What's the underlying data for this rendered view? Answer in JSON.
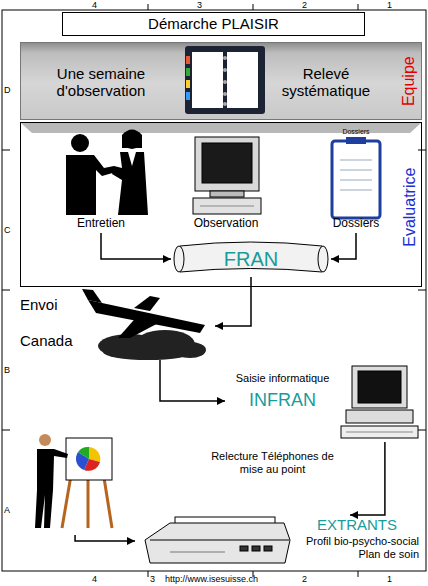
{
  "diagram": {
    "title": "Démarche PLAISIR",
    "nodes": [
      {
        "text": [
          "Une semaine d'observation",
          "Relevé systématique",
          "Equipe"
        ]
      },
      {
        "text": [
          "Evaluatrice"
        ]
      },
      {
        "text": [
          "Entretien"
        ],
        "in": 1
      },
      {
        "text": [
          "Observation"
        ],
        "in": 1
      },
      {
        "text": [
          "Dossiers",
          "Dossiers"
        ],
        "in": 1
      },
      {
        "text": [
          "FRAN"
        ],
        "in": 1
      },
      {
        "text": [
          "Envoi",
          "Canada"
        ]
      },
      {
        "text": [
          "Saisie informatique",
          "INFRAN"
        ]
      },
      {
        "text": [
          "Relecture Téléphones de mise au point"
        ]
      },
      {
        "text": [
          "EXTRANTS",
          "Profil bio-psycho-social Plan de soin"
        ]
      }
    ],
    "edges": [
      {
        "from": 2,
        "to": 5,
        "arrow": "to"
      },
      {
        "from": 4,
        "to": 5,
        "arrow": "to"
      },
      {
        "from": 5,
        "to": 6,
        "arrow": "to"
      },
      {
        "from": 6,
        "to": 7,
        "arrow": "to"
      },
      {
        "from": 7,
        "to": 8,
        "arrow": "to"
      },
      {
        "from": 8,
        "to": 9,
        "arrow": "to"
      }
    ],
    "labels": [
      "4",
      "3",
      "2",
      "1",
      "D",
      "C",
      "B",
      "A",
      "4",
      "3",
      "2",
      "1",
      "http://www.isesuisse.ch"
    ]
  }
}
